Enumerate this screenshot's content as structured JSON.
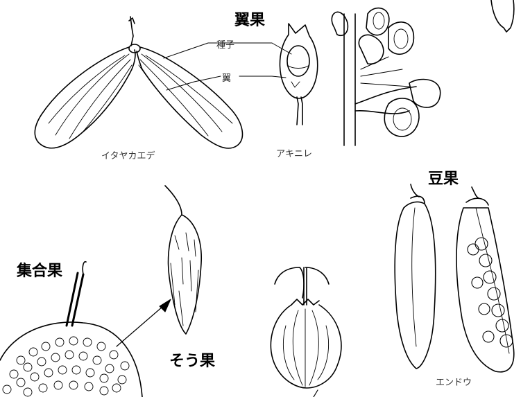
{
  "labels": {
    "winged_fruit": "翼果",
    "aggregate_fruit": "集合果",
    "achene": "そう果",
    "legume": "豆果"
  },
  "parts": {
    "seed": "種子",
    "wing": "翼"
  },
  "species": {
    "maple": "イタヤカエデ",
    "akinire": "アキニレ",
    "pea": "エンドウ"
  },
  "colors": {
    "line": "#000000",
    "background": "#ffffff"
  }
}
